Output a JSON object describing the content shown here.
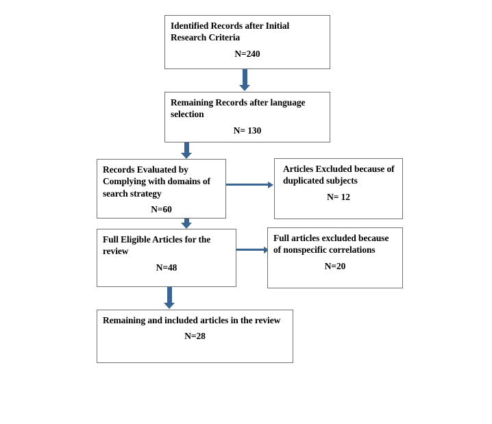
{
  "figure": {
    "type": "prisma-flow-diagram",
    "background_color": "#ffffff",
    "box_border_color": "#6f6f6f",
    "arrow_color": "#3a6592",
    "text_color": "#000000"
  },
  "nodes": {
    "identified": {
      "title": "Identified Records after Initial Research Criteria",
      "count": "N=240"
    },
    "remaining": {
      "title": "Remaining Records after language selection",
      "count": "N= 130"
    },
    "evaluated": {
      "title": "Records Evaluated by Complying with domains of search strategy",
      "count": "N=60"
    },
    "duplicates_excluded": {
      "title": "Articles Excluded because of duplicated subjects",
      "count": "N= 12"
    },
    "full_eligible": {
      "title": "Full Eligible Articles for the review",
      "count": "N=48"
    },
    "nonspecific_excluded": {
      "title": "Full articles excluded because of nonspecific correlations",
      "count": "N=20"
    },
    "included": {
      "title": "Remaining and included articles in the review",
      "count": "N=28"
    }
  },
  "connectors": [
    {
      "name": "identified-to-remaining",
      "from": "identified",
      "to": "remaining",
      "direction": "down"
    },
    {
      "name": "remaining-to-evaluated",
      "from": "remaining",
      "to": "evaluated",
      "direction": "down"
    },
    {
      "name": "evaluated-to-duplicates-excluded",
      "from": "evaluated",
      "to": "duplicates_excluded",
      "direction": "right"
    },
    {
      "name": "evaluated-to-full-eligible",
      "from": "evaluated",
      "to": "full_eligible",
      "direction": "down"
    },
    {
      "name": "full-eligible-to-nonspecific-excluded",
      "from": "full_eligible",
      "to": "nonspecific_excluded",
      "direction": "right"
    },
    {
      "name": "full-eligible-to-included",
      "from": "full_eligible",
      "to": "included",
      "direction": "down"
    }
  ]
}
